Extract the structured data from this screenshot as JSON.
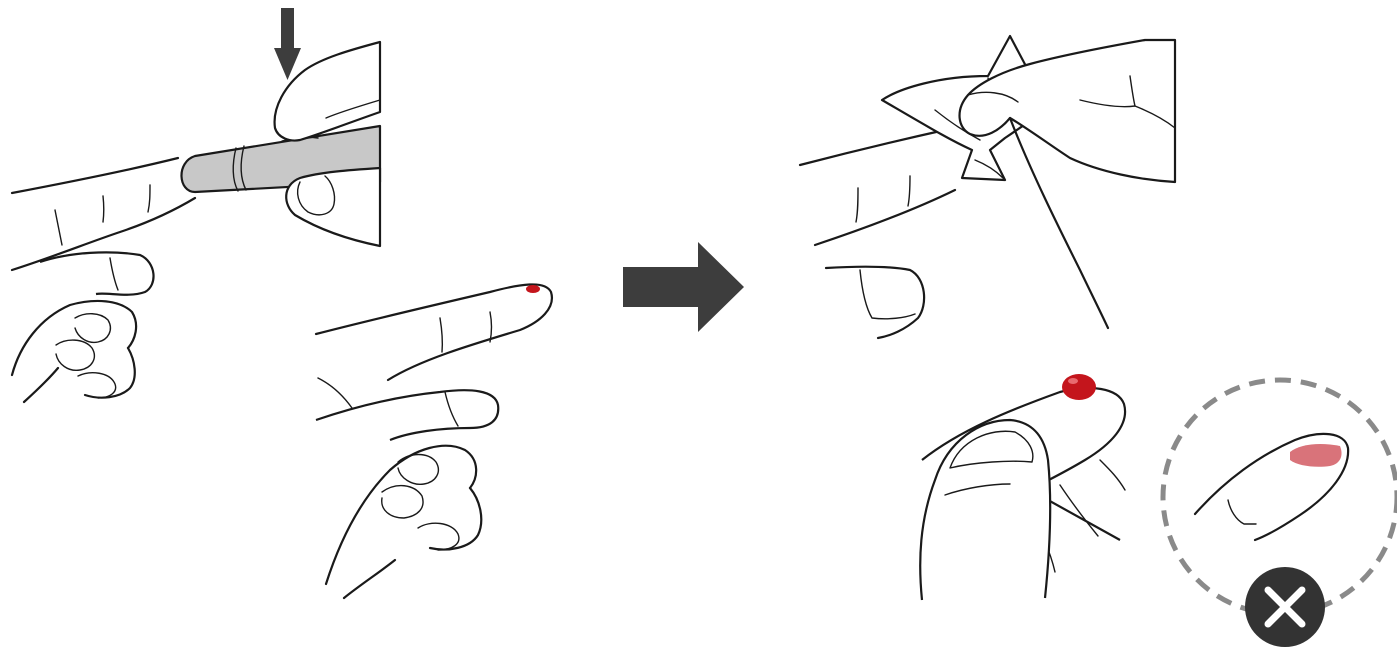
{
  "figure": {
    "background": "#ffffff",
    "ink": "#1a1a1a",
    "blood_color": "#c4151c",
    "smear_color": "#d9737a",
    "device_color": "#c8c8c8",
    "arrow_color": "#3d3d3d",
    "dash_color": "#8a8a8a",
    "steps": [
      {
        "id": "press-lancing-device",
        "icon": "down-arrow-icon"
      },
      {
        "id": "blood-drop-appears",
        "icon": "blood-drop-icon"
      },
      {
        "id": "wipe-first-drop",
        "icon": "tissue-icon"
      },
      {
        "id": "use-second-drop",
        "icon": "blood-drop-icon"
      },
      {
        "id": "do-not-smear",
        "icon": "x-mark-icon"
      }
    ],
    "transition_icon": "right-arrow-icon",
    "warning_icon": "x-mark-icon"
  }
}
